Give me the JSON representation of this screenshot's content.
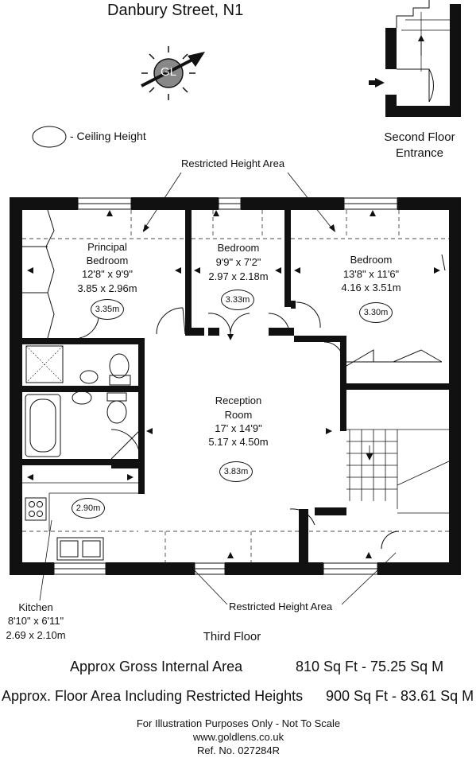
{
  "title": "Danbury Street, N1",
  "logo": {
    "text": "GL"
  },
  "legend": {
    "ceiling_height": "- Ceiling Height"
  },
  "second_floor": {
    "label_line1": "Second Floor",
    "label_line2": "Entrance"
  },
  "restricted_top": "Restricted Height Area",
  "restricted_bottom": "Restricted Height Area",
  "rooms": {
    "principal": {
      "name1": "Principal",
      "name2": "Bedroom",
      "imperial": "12'8\" x 9'9\"",
      "metric": "3.85 x 2.96m",
      "ceiling": "3.35m"
    },
    "bedroom2": {
      "name": "Bedroom",
      "imperial": "9'9\" x 7'2\"",
      "metric": "2.97 x 2.18m",
      "ceiling": "3.33m"
    },
    "bedroom3": {
      "name": "Bedroom",
      "imperial": "13'8\" x 11'6\"",
      "metric": "4.16 x 3.51m",
      "ceiling": "3.30m"
    },
    "reception": {
      "name1": "Reception",
      "name2": "Room",
      "imperial": "17' x 14'9\"",
      "metric": "5.17 x 4.50m",
      "ceiling": "3.83m"
    },
    "kitchen": {
      "name": "Kitchen",
      "imperial": "8'10\" x 6'11\"",
      "metric": "2.69 x 2.10m",
      "ceiling": "2.90m"
    }
  },
  "floor_label": "Third Floor",
  "areas": {
    "gross_label": "Approx Gross Internal Area",
    "gross_value": "810 Sq Ft - 75.25 Sq M",
    "restricted_label": "Approx. Floor Area Including Restricted Heights",
    "restricted_value": "900 Sq Ft - 83.61 Sq M"
  },
  "footer": {
    "disclaimer": "For Illustration Purposes Only - Not To Scale",
    "website": "www.goldlens.co.uk",
    "ref": "Ref. No. 027284R"
  }
}
